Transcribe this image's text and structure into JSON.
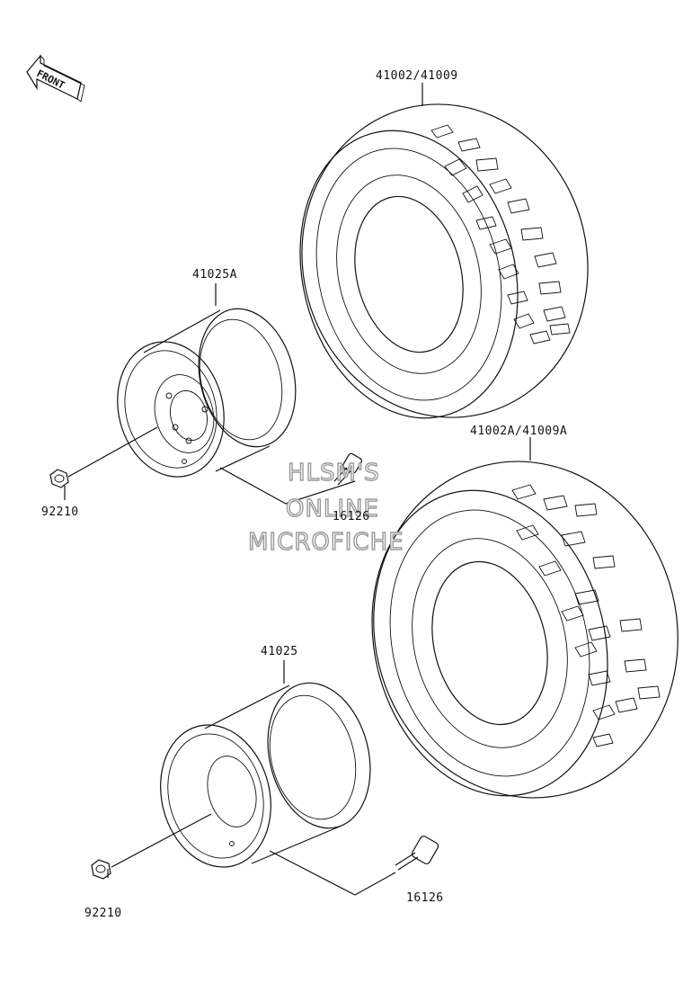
{
  "front_arrow": {
    "label": "FRONT"
  },
  "parts": {
    "tire_rear_top": "41002/41009",
    "tire_front": "41002A/41009A",
    "wheel_upper": "41025A",
    "wheel_lower": "41025",
    "nut_upper": "92210",
    "nut_lower": "92210",
    "valve_upper": "16126",
    "valve_lower": "16126"
  },
  "watermark": {
    "line1": "HLSM'S",
    "line2": "ONLINE",
    "line3": "MICROFICHE"
  }
}
